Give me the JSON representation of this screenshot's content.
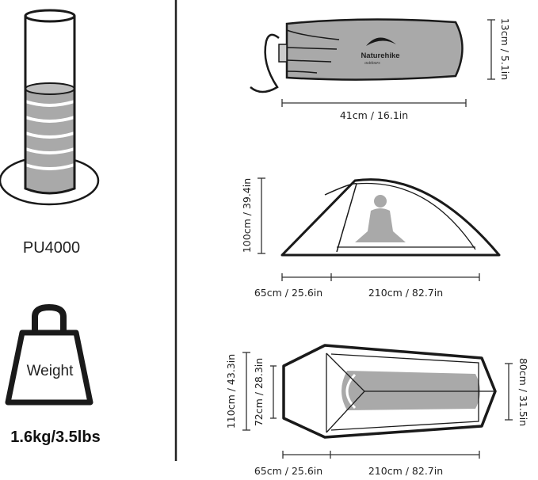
{
  "waterproof": {
    "rating": "PU4000"
  },
  "weight": {
    "icon_label": "Weight",
    "value": "1.6kg/3.5lbs"
  },
  "packed_bag": {
    "brand": "Naturehike",
    "brand_tagline": "outdoors",
    "length": "41cm / 16.1in",
    "diameter": "13cm / 5.1in"
  },
  "side_view": {
    "height": "100cm / 39.4in",
    "vestibule_length": "65cm / 25.6in",
    "inner_length": "210cm / 82.7in"
  },
  "top_view": {
    "total_width": "110cm / 43.3in",
    "foot_width_left": "72cm / 28.3in",
    "head_width": "80cm / 31.5in",
    "vestibule_length": "65cm / 25.6in",
    "inner_length": "210cm / 82.7in"
  },
  "colors": {
    "fill_gray": "#a9a9a9",
    "outline": "#1a1a1a"
  }
}
